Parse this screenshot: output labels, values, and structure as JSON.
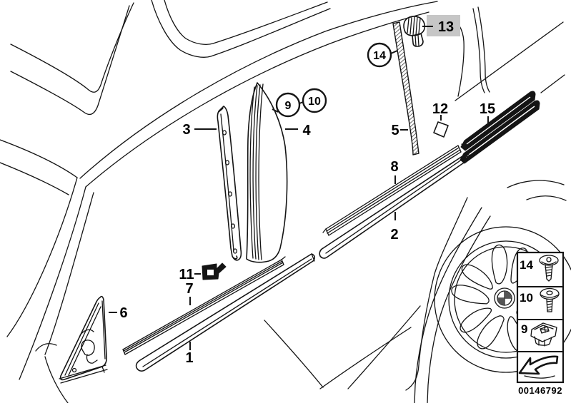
{
  "diagram": {
    "doc_number": "00146792",
    "background": "#ffffff",
    "line_color": "#141414",
    "highlight_color": "#c6c6c6",
    "highlighted_callout": "13"
  },
  "callouts": {
    "p1": "1",
    "p2": "2",
    "p3": "3",
    "p4": "4",
    "p5": "5",
    "p6": "6",
    "p7": "7",
    "p8": "8",
    "p9": "9",
    "p10": "10",
    "p11": "11",
    "p12": "12",
    "p13": "13",
    "p14": "14",
    "p15": "15"
  },
  "legend": {
    "rows": [
      {
        "label": "14",
        "icon": "screw-icon"
      },
      {
        "label": "10",
        "icon": "grommet-screw-icon"
      },
      {
        "label": "9",
        "icon": "clip-grommet-icon"
      },
      {
        "label": "",
        "icon": "direction-arrow-icon"
      }
    ],
    "doc_number": "00146792"
  }
}
